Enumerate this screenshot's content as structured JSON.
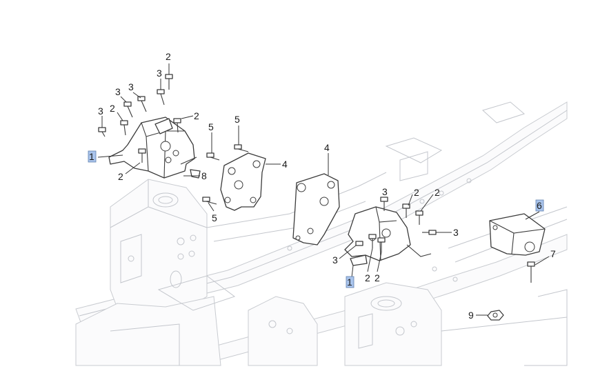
{
  "colors": {
    "highlight_box": "#a9c4ec",
    "line": "#3a3a3a",
    "frame": "#c3c6cc"
  },
  "callouts": [
    {
      "id": "c1",
      "text": "2"
    },
    {
      "id": "c2",
      "text": "3"
    },
    {
      "id": "c3",
      "text": "3"
    },
    {
      "id": "c4",
      "text": "3"
    },
    {
      "id": "c5",
      "text": "2"
    },
    {
      "id": "c6",
      "text": "3"
    },
    {
      "id": "c7",
      "text": "2"
    },
    {
      "id": "c8",
      "text": "1",
      "highlight": true
    },
    {
      "id": "c9",
      "text": "2"
    },
    {
      "id": "c10",
      "text": "8"
    },
    {
      "id": "c11",
      "text": "5"
    },
    {
      "id": "c12",
      "text": "5"
    },
    {
      "id": "c13",
      "text": "4"
    },
    {
      "id": "c14",
      "text": "5"
    },
    {
      "id": "c15",
      "text": "4"
    },
    {
      "id": "c16",
      "text": "3"
    },
    {
      "id": "c17",
      "text": "2"
    },
    {
      "id": "c18",
      "text": "2"
    },
    {
      "id": "c19",
      "text": "3"
    },
    {
      "id": "c20",
      "text": "3"
    },
    {
      "id": "c21",
      "text": "1",
      "highlight": true
    },
    {
      "id": "c22",
      "text": "2"
    },
    {
      "id": "c23",
      "text": "2"
    },
    {
      "id": "c24",
      "text": "6",
      "highlight": true
    },
    {
      "id": "c25",
      "text": "7"
    },
    {
      "id": "c26",
      "text": "9"
    }
  ]
}
